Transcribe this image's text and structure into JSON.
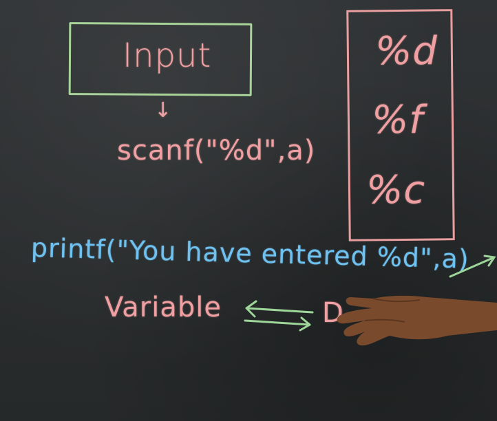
{
  "board": {
    "input_label": "Input",
    "arrow_down": "↓",
    "scanf_code": "scanf(\"%d\",a)",
    "format_specifiers": [
      "%d",
      "%f",
      "%c"
    ],
    "printf_code": "printf(\"You have entered %d\",a)",
    "variable_label": "Variable",
    "datatype_label": "D"
  },
  "colors": {
    "board": "#2b2e2f",
    "chalk_pink": "#f0a0a2",
    "chalk_blue": "#6fc2f0",
    "chalk_green": "#a8d49a",
    "skin": "#7a4a2c"
  }
}
